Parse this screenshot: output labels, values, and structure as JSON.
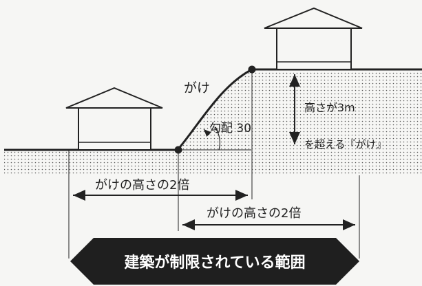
{
  "labels": {
    "cliff": "がけ",
    "slope": "勾配 30",
    "height_rule_line1": "高さが3m",
    "height_rule_line2": "を超える『がけ』",
    "double_height_lower": "がけの高さの2倍",
    "double_height_upper": "がけの高さの2倍",
    "restricted_zone": "建築が制限されている範囲"
  },
  "colors": {
    "ink": "#222222",
    "ground_dots": "#555555",
    "banner": "#1f1f1f",
    "banner_text": "#ffffff",
    "paper": "#f6f6f4"
  }
}
